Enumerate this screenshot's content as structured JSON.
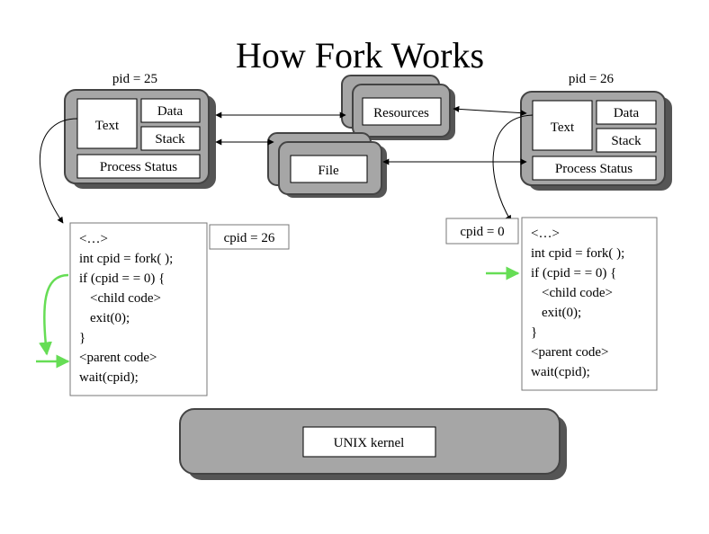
{
  "title": "How Fork Works",
  "parent": {
    "pid_label": "pid = 25",
    "text": "Text",
    "data": "Data",
    "stack": "Stack",
    "status": "Process Status",
    "cpid": "cpid = 26",
    "code": [
      "<…>",
      "int cpid = fork( );",
      "if (cpid = = 0) {",
      "<child code>",
      "exit(0);",
      "}",
      "<parent code>",
      "wait(cpid);"
    ]
  },
  "child": {
    "pid_label": "pid = 26",
    "text": "Text",
    "data": "Data",
    "stack": "Stack",
    "status": "Process Status",
    "cpid": "cpid = 0",
    "code": [
      "<…>",
      "int cpid = fork( );",
      "if (cpid = = 0) {",
      "<child code>",
      "exit(0);",
      "}",
      "<parent code>",
      "wait(cpid);"
    ]
  },
  "resources": "Resources",
  "file": "File",
  "kernel": "UNIX kernel",
  "colors": {
    "panel_fill": "#a6a6a6",
    "panel_stroke": "#444444",
    "green_arrow": "#66dd55"
  }
}
